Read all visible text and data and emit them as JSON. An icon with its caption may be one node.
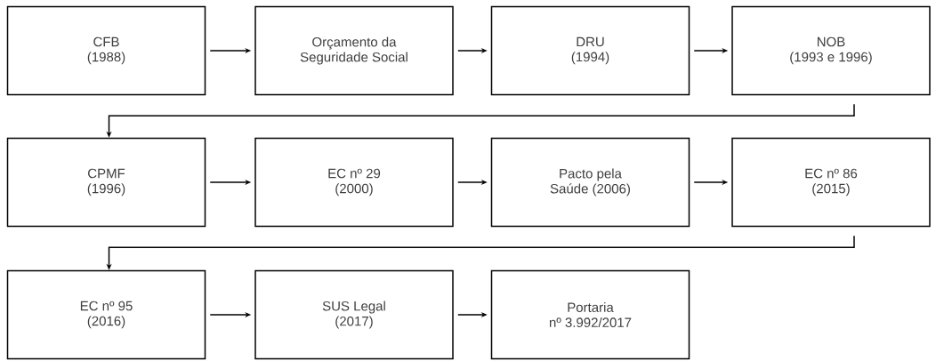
{
  "diagram": {
    "nodes": [
      {
        "text": [
          "CFB (1988)"
        ]
      },
      {
        "text": [
          "Orçamento da Seguridade  Social"
        ]
      },
      {
        "text": [
          "DRU (1994)"
        ]
      },
      {
        "text": [
          "NOB (1993 e 1996)"
        ]
      },
      {
        "text": [
          "CPMF (1996)"
        ]
      },
      {
        "text": [
          "EC nº 29 (2000)"
        ]
      },
      {
        "text": [
          "Pacto pela Saúde (2006)"
        ]
      },
      {
        "text": [
          "EC nº 86 (2015)"
        ]
      },
      {
        "text": [
          "EC nº 95 (2016)"
        ]
      },
      {
        "text": [
          "SUS Legal (2017)"
        ]
      },
      {
        "text": [
          "Portaria nº 3.992/2017"
        ]
      }
    ],
    "edges": [
      {
        "from": 0,
        "to": 1,
        "arrow": "to"
      },
      {
        "from": 1,
        "to": 2,
        "arrow": "to"
      },
      {
        "from": 2,
        "to": 3,
        "arrow": "to"
      },
      {
        "from": 3,
        "to": 4,
        "arrow": "to"
      },
      {
        "from": 4,
        "to": 5,
        "arrow": "to"
      },
      {
        "from": 5,
        "to": 6,
        "arrow": "to"
      },
      {
        "from": 6,
        "to": 7,
        "arrow": "to"
      },
      {
        "from": 7,
        "to": 8,
        "arrow": "to"
      },
      {
        "from": 8,
        "to": 9,
        "arrow": "to"
      },
      {
        "from": 9,
        "to": 10,
        "arrow": "to"
      }
    ]
  }
}
